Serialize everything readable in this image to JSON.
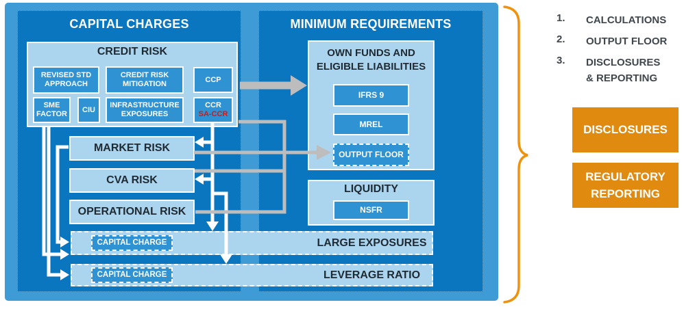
{
  "colors": {
    "outer_frame": "#3F9BD5",
    "panel_blue": "#0B76C0",
    "box_medium_blue": "#2F93D3",
    "box_light_blue": "#ABD4EE",
    "gray_arrow": "#BDBDBD",
    "white_arrow": "#FFFFFF",
    "orange_accent": "#E18A10",
    "red_accent": "#E0150A",
    "dark_text": "#1F2A33"
  },
  "capital_charges": {
    "title": "CAPITAL CHARGES",
    "credit_risk": {
      "title": "CREDIT RISK",
      "revised_std": "REVISED STD APPROACH",
      "mitigation": "CREDIT RISK MITIGATION",
      "ccp": "CCP",
      "sme": "SME FACTOR",
      "ciu": "CIU",
      "infrastructure": "INFRASTRUCTURE EXPOSURES",
      "ccr": "CCR",
      "sa_ccr": "SA-CCR"
    },
    "market_risk": "MARKET RISK",
    "cva_risk": "CVA RISK",
    "operational_risk": "OPERATIONAL RISK"
  },
  "minimum_requirements": {
    "title": "MINIMUM REQUIREMENTS",
    "own_funds": {
      "title_line1": "OWN FUNDS AND",
      "title_line2": "ELIGIBLE LIABILITIES",
      "ifrs9": "IFRS 9",
      "mrel": "MREL",
      "output_floor": "OUTPUT FLOOR"
    },
    "liquidity": {
      "title": "LIQUIDITY",
      "nsfr": "NSFR"
    }
  },
  "cross_rows": {
    "large_exposures": {
      "badge": "CAPITAL CHARGE",
      "label": "LARGE EXPOSURES"
    },
    "leverage_ratio": {
      "badge": "CAPITAL CHARGE",
      "label": "LEVERAGE RATIO"
    }
  },
  "legend": {
    "items": [
      {
        "num": "1.",
        "label": "CALCULATIONS",
        "label2": ""
      },
      {
        "num": "2.",
        "label": "OUTPUT FLOOR",
        "label2": ""
      },
      {
        "num": "3.",
        "label": "DISCLOSURES",
        "label2": "& REPORTING"
      }
    ]
  },
  "callouts": {
    "disclosures": "DISCLOSURES",
    "regulatory_reporting": "REGULATORY REPORTING"
  }
}
